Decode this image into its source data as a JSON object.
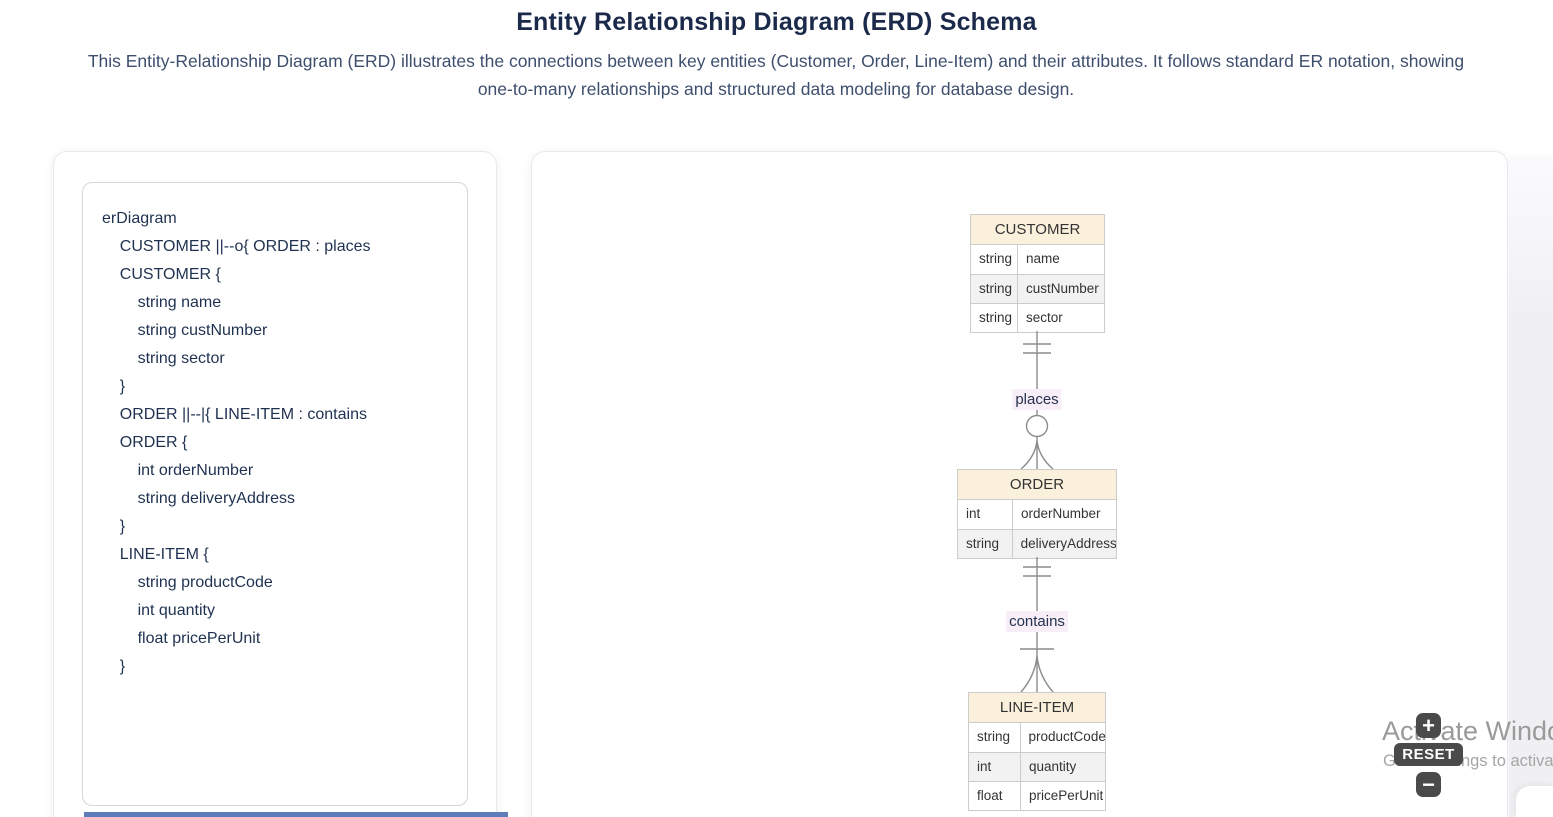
{
  "header": {
    "title": "Entity Relationship Diagram (ERD) Schema",
    "description": "This Entity-Relationship Diagram (ERD) illustrates the connections between key entities (Customer, Order, Line-Item) and their attributes. It follows standard ER notation, showing one-to-many relationships and structured data modeling for database design."
  },
  "source_code": {
    "lines": [
      "erDiagram",
      "    CUSTOMER ||--o{ ORDER : places",
      "    CUSTOMER {",
      "        string name",
      "        string custNumber",
      "        string sector",
      "    }",
      "    ORDER ||--|{ LINE-ITEM : contains",
      "    ORDER {",
      "        int orderNumber",
      "        string deliveryAddress",
      "    }",
      "    LINE-ITEM {",
      "        string productCode",
      "        int quantity",
      "        float pricePerUnit",
      "    }"
    ]
  },
  "diagram": {
    "entities": [
      {
        "name": "CUSTOMER",
        "rows": [
          {
            "type": "string",
            "attr": "name"
          },
          {
            "type": "string",
            "attr": "custNumber"
          },
          {
            "type": "string",
            "attr": "sector"
          }
        ]
      },
      {
        "name": "ORDER",
        "rows": [
          {
            "type": "int",
            "attr": "orderNumber"
          },
          {
            "type": "string",
            "attr": "deliveryAddress"
          }
        ]
      },
      {
        "name": "LINE-ITEM",
        "rows": [
          {
            "type": "string",
            "attr": "productCode"
          },
          {
            "type": "int",
            "attr": "quantity"
          },
          {
            "type": "float",
            "attr": "pricePerUnit"
          }
        ]
      }
    ],
    "relationships": [
      {
        "from": "CUSTOMER",
        "to": "ORDER",
        "label": "places",
        "cardinality": "exactly-one to zero-or-many"
      },
      {
        "from": "ORDER",
        "to": "LINE-ITEM",
        "label": "contains",
        "cardinality": "exactly-one to one-or-many"
      }
    ]
  },
  "controls": {
    "zoom_in": "+",
    "reset": "RESET",
    "zoom_out": "−"
  },
  "watermark": {
    "line1": "Activate Windows",
    "line2": "Go to Settings to activate"
  },
  "colors": {
    "title_text": "#1b2a4a",
    "body_text": "#3e4f6e",
    "code_text": "#1f3150",
    "entity_header_bg": "#faf0dc",
    "row_stripe_bg": "#f2f2f2",
    "cell_border": "#cccccc",
    "relationship_label_bg": "#f7eef8",
    "relationship_line": "#8c8c8c",
    "control_button_bg": "#4a4a4a",
    "bottom_bar": "#5d7cba"
  }
}
